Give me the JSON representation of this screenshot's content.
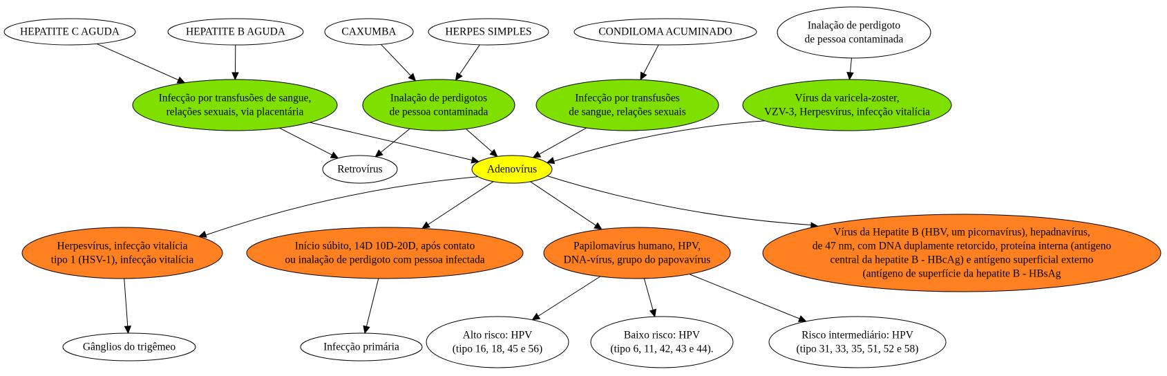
{
  "colors": {
    "white": "#ffffff",
    "green": "#7fe000",
    "yellow": "#ffff00",
    "orange": "#ff8020"
  },
  "nodes": [
    {
      "id": "hep_c",
      "lines": [
        "HEPATITE C AGUDA"
      ],
      "color": "white"
    },
    {
      "id": "hep_b",
      "lines": [
        "HEPATITE B AGUDA"
      ],
      "color": "white"
    },
    {
      "id": "caxumba",
      "lines": [
        "CAXUMBA"
      ],
      "color": "white"
    },
    {
      "id": "herpes_simples",
      "lines": [
        "HERPES SIMPLES"
      ],
      "color": "white"
    },
    {
      "id": "condiloma",
      "lines": [
        "CONDILOMA ACUMINADO"
      ],
      "color": "white"
    },
    {
      "id": "inalacao_top",
      "lines": [
        "Inalação de perdigoto",
        "de pessoa contaminada"
      ],
      "color": "white"
    },
    {
      "id": "infeccao_transf_1",
      "lines": [
        "Infecção por transfusões de sangue,",
        "relações sexuais, via placentária"
      ],
      "color": "green"
    },
    {
      "id": "inalacao_green",
      "lines": [
        "Inalação de perdigotos",
        "de pessoa contaminada"
      ],
      "color": "green"
    },
    {
      "id": "infeccao_transf_2",
      "lines": [
        "Infecção por transfusões",
        "de sangue, relações sexuais"
      ],
      "color": "green"
    },
    {
      "id": "varicela",
      "lines": [
        "Vírus da varicela-zoster,",
        "VZV-3, Herpesvírus, infecção vitalícia"
      ],
      "color": "green"
    },
    {
      "id": "retrovirus",
      "lines": [
        "Retrovírus"
      ],
      "color": "white"
    },
    {
      "id": "adenovirus",
      "lines": [
        "Adenovírus"
      ],
      "color": "yellow"
    },
    {
      "id": "herpesvirus",
      "lines": [
        "Herpesvírus, infecção vitalícia",
        "tipo 1 (HSV-1), infecção vitalícia"
      ],
      "color": "orange"
    },
    {
      "id": "inicio_subito",
      "lines": [
        "Início súbito, 14D 10D-20D, após contato",
        "ou inalação de perdigoto com pessoa infectada"
      ],
      "color": "orange"
    },
    {
      "id": "papiloma",
      "lines": [
        "Papilomavírus humano, HPV,",
        "DNA-vírus, grupo do papovavírus"
      ],
      "color": "orange"
    },
    {
      "id": "hbv",
      "lines": [
        "Vírus da Hepatite B (HBV, um picornavírus), hepadnavírus,",
        "de 47 nm, com DNA duplamente retorcido, proteína interna (antígeno",
        "central da hepatite B - HBcAg) e antígeno superficial externo",
        "(antígeno de superfície da hepatite B - HBsAg"
      ],
      "color": "orange"
    },
    {
      "id": "ganglios",
      "lines": [
        "Gânglios do trigêmeo"
      ],
      "color": "white"
    },
    {
      "id": "infeccao_primaria",
      "lines": [
        "Infecção primária"
      ],
      "color": "white"
    },
    {
      "id": "alto_risco",
      "lines": [
        "Alto risco: HPV",
        "(tipo 16, 18, 45 e 56)"
      ],
      "color": "white"
    },
    {
      "id": "baixo_risco",
      "lines": [
        "Baixo risco: HPV",
        "(tipo 6, 11, 42, 43 e 44)."
      ],
      "color": "white"
    },
    {
      "id": "risco_intermediario",
      "lines": [
        "Risco intermediário: HPV",
        "(tipo 31, 33, 35, 51, 52 e 58)"
      ],
      "color": "white"
    }
  ],
  "edges": [
    {
      "from": "hep_c",
      "to": "infeccao_transf_1"
    },
    {
      "from": "hep_b",
      "to": "infeccao_transf_1"
    },
    {
      "from": "caxumba",
      "to": "inalacao_green"
    },
    {
      "from": "herpes_simples",
      "to": "inalacao_green"
    },
    {
      "from": "condiloma",
      "to": "infeccao_transf_2"
    },
    {
      "from": "inalacao_top",
      "to": "varicela"
    },
    {
      "from": "infeccao_transf_1",
      "to": "retrovirus"
    },
    {
      "from": "infeccao_transf_1",
      "to": "adenovirus"
    },
    {
      "from": "inalacao_green",
      "to": "retrovirus"
    },
    {
      "from": "inalacao_green",
      "to": "adenovirus"
    },
    {
      "from": "infeccao_transf_2",
      "to": "adenovirus"
    },
    {
      "from": "varicela",
      "to": "adenovirus"
    },
    {
      "from": "adenovirus",
      "to": "herpesvirus"
    },
    {
      "from": "adenovirus",
      "to": "inicio_subito"
    },
    {
      "from": "adenovirus",
      "to": "papiloma"
    },
    {
      "from": "adenovirus",
      "to": "hbv"
    },
    {
      "from": "herpesvirus",
      "to": "ganglios"
    },
    {
      "from": "inicio_subito",
      "to": "infeccao_primaria"
    },
    {
      "from": "papiloma",
      "to": "alto_risco"
    },
    {
      "from": "papiloma",
      "to": "baixo_risco"
    },
    {
      "from": "papiloma",
      "to": "risco_intermediario"
    }
  ]
}
